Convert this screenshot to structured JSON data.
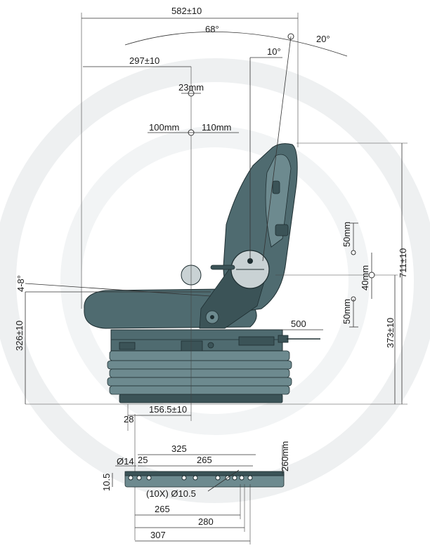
{
  "labels": {
    "overall_width": "582±10",
    "seat_to_backrest": "297±10",
    "backrest_angle_range": "68°",
    "backrest_forward": "20°",
    "backrest_back": "10°",
    "headrest_adjust": "23mm",
    "lumbar_left": "100mm",
    "lumbar_right": "110mm",
    "cushion_tilt": "4-8°",
    "seat_height": "326±10",
    "fore_aft": "500",
    "overall_height": "711±10",
    "base_height": "373±10",
    "susp_up": "50mm",
    "susp_mid": "40mm",
    "susp_down": "50mm",
    "base_offset": "156.5±10",
    "rail_offset": "28",
    "plate_width": "325",
    "hole_diameter": "Ø14",
    "edge_gap": "25",
    "hole_spacing_top": "265",
    "plate_depth": "260mm",
    "plate_thickness": "10.5",
    "bolt_holes": "(10X) Ø10.5",
    "spacing_265": "265",
    "spacing_280": "280",
    "spacing_307": "307"
  },
  "colors": {
    "seat": "#4f6b70",
    "seat_light": "#6d8a8f",
    "seat_dark": "#3b5357",
    "watermark": "#eef0f1"
  }
}
